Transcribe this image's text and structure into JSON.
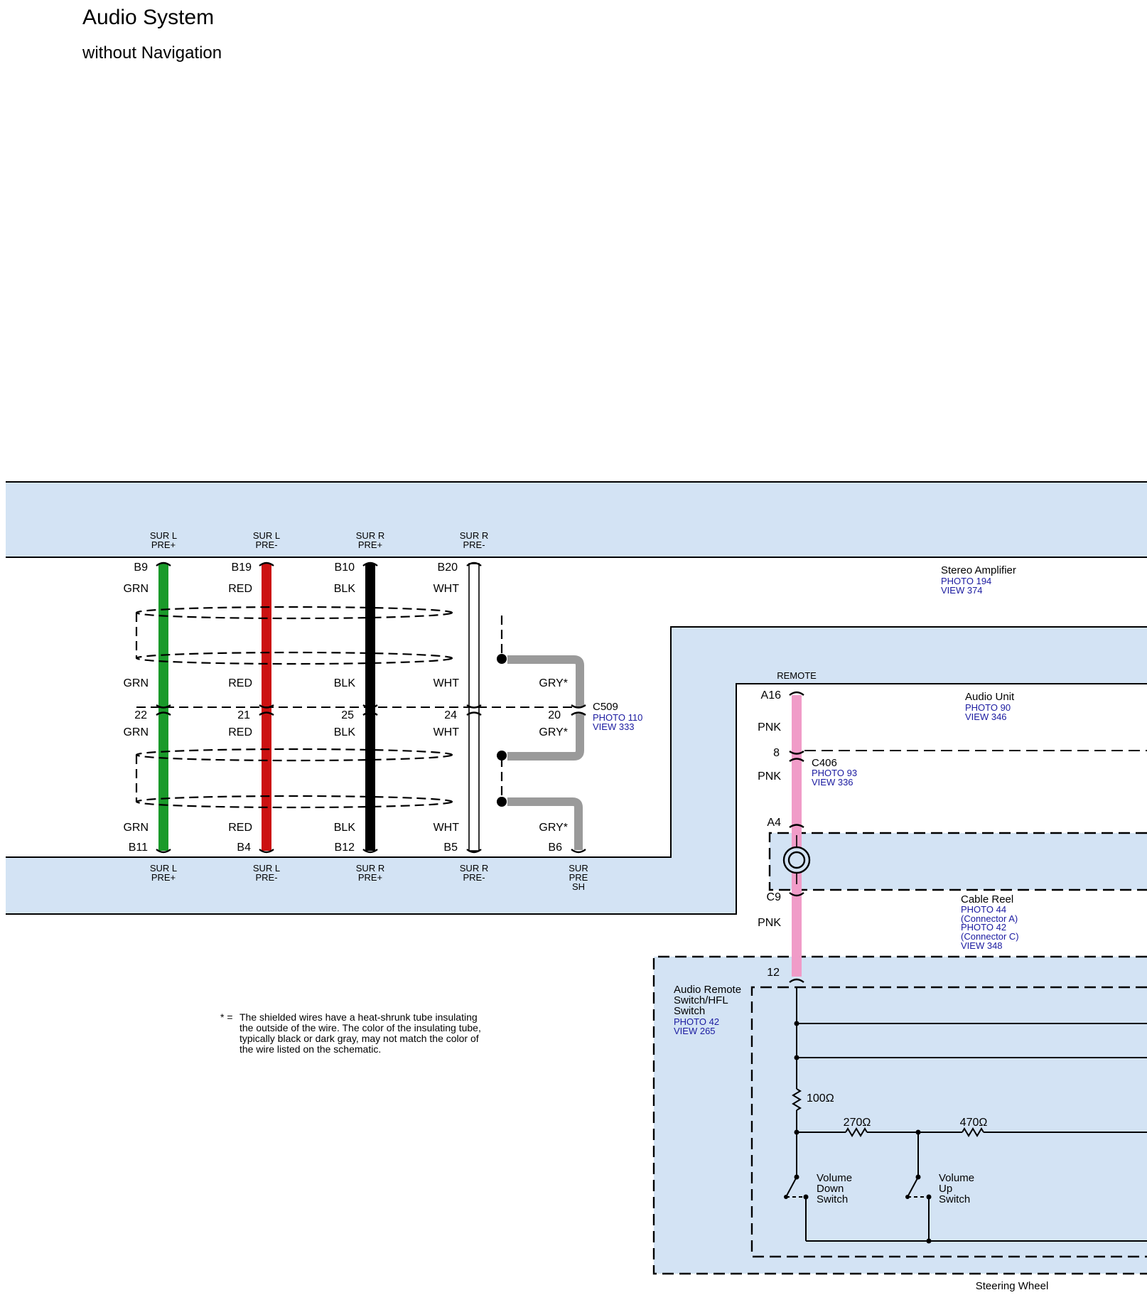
{
  "header": {
    "title": "Audio System",
    "subtitle": "without Navigation"
  },
  "colors": {
    "panel_fill": "#d3e3f4",
    "green_wire": "#1a9a2a",
    "red_wire": "#cc1111",
    "black_wire": "#000000",
    "white_wire": "#ffffff",
    "gray_wire": "#9a9a9a",
    "pink_wire": "#f09cc8",
    "reference_text": "#1a1aa0"
  },
  "stereo_amplifier": {
    "name": "Stereo Amplifier",
    "photo": "PHOTO 194",
    "view": "VIEW 374"
  },
  "top_wires": [
    {
      "signal": [
        "SUR L",
        "PRE+"
      ],
      "terminal": "B9",
      "color": "GRN",
      "color_key": "green_wire"
    },
    {
      "signal": [
        "SUR L",
        "PRE-"
      ],
      "terminal": "B19",
      "color": "RED",
      "color_key": "red_wire"
    },
    {
      "signal": [
        "SUR R",
        "PRE+"
      ],
      "terminal": "B10",
      "color": "BLK",
      "color_key": "black_wire"
    },
    {
      "signal": [
        "SUR R",
        "PRE-"
      ],
      "terminal": "B20",
      "color": "WHT",
      "color_key": "white_wire"
    }
  ],
  "connector_c509": {
    "name": "C509",
    "photo": "PHOTO 110",
    "view": "VIEW 333",
    "above_colors": [
      "GRN",
      "RED",
      "BLK",
      "WHT",
      "GRY*"
    ],
    "pins": [
      "22",
      "21",
      "25",
      "24",
      "20"
    ],
    "below_colors": [
      "GRN",
      "RED",
      "BLK",
      "WHT",
      "GRY*"
    ]
  },
  "bottom_wires": [
    {
      "color": "GRN",
      "terminal": "B11",
      "signal": [
        "SUR L",
        "PRE+"
      ]
    },
    {
      "color": "RED",
      "terminal": "B4",
      "signal": [
        "SUR L",
        "PRE-"
      ]
    },
    {
      "color": "BLK",
      "terminal": "B12",
      "signal": [
        "SUR R",
        "PRE+"
      ]
    },
    {
      "color": "WHT",
      "terminal": "B5",
      "signal": [
        "SUR R",
        "PRE-"
      ]
    },
    {
      "color": "GRY*",
      "terminal": "B6",
      "signal": [
        "SUR",
        "PRE",
        "SH"
      ]
    }
  ],
  "audio_unit": {
    "name": "Audio Unit",
    "photo": "PHOTO 90",
    "view": "VIEW 346",
    "signal": "REMOTE",
    "terminal": "A16",
    "wire_color": "PNK"
  },
  "connector_c406": {
    "name": "C406",
    "photo": "PHOTO 93",
    "view": "VIEW 336",
    "pin": "8",
    "wire_color_below": "PNK"
  },
  "cable_reel": {
    "name": "Cable Reel",
    "refs": [
      "PHOTO 44",
      "(Connector A)",
      "PHOTO 42",
      "(Connector C)",
      "VIEW 348"
    ],
    "terminal_in": "A4",
    "terminal_out": "C9",
    "wire_color_out": "PNK"
  },
  "remote_switch": {
    "name": [
      "Audio Remote",
      "Switch/HFL",
      "Switch"
    ],
    "photo": "PHOTO 42",
    "view": "VIEW 265",
    "pin": "12",
    "r1": "100Ω",
    "r2": "270Ω",
    "r3": "470Ω",
    "volume_down": [
      "Volume",
      "Down",
      "Switch"
    ],
    "volume_up": [
      "Volume",
      "Up",
      "Switch"
    ]
  },
  "steering_wheel": "Steering Wheel",
  "note": {
    "marker": "* =",
    "lines": [
      "The shielded wires have a heat-shrunk tube insulating",
      "the outside of the wire. The color of the insulating tube,",
      "typically black or dark gray, may not match the color of",
      "the wire listed on the schematic."
    ]
  }
}
